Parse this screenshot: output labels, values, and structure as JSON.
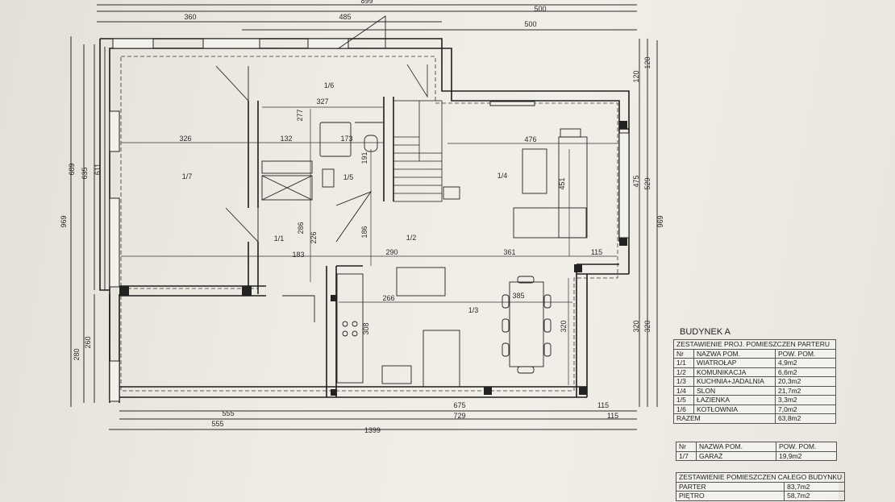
{
  "dimensions": {
    "top": [
      "899",
      "360",
      "485",
      "500",
      "500"
    ],
    "left": [
      "689",
      "635",
      "611",
      "969",
      "280",
      "260"
    ],
    "right": [
      "120",
      "120",
      "475",
      "529",
      "969",
      "320",
      "320"
    ],
    "bottom": [
      "555",
      "675",
      "115",
      "555",
      "729",
      "115",
      "1399"
    ],
    "inner": [
      "327",
      "326",
      "132",
      "173",
      "277",
      "191",
      "476",
      "451",
      "286",
      "226",
      "186",
      "183",
      "290",
      "361",
      "115",
      "266",
      "385",
      "308",
      "320"
    ]
  },
  "rooms": [
    "1/1",
    "1/2",
    "1/3",
    "1/4",
    "1/5",
    "1/6",
    "1/7"
  ],
  "building_title": "BUDYNEK A",
  "ground_table": {
    "title": "ZESTAWIENIE PROJ. POMIESZCZEN PARTERU",
    "headers": [
      "Nr",
      "NAZWA POM.",
      "POW. POM."
    ],
    "rows": [
      [
        "1/1",
        "WIATROŁAP",
        "4,9m2"
      ],
      [
        "1/2",
        "KOMUNIKACJA",
        "6,6m2"
      ],
      [
        "1/3",
        "KUCHNIA+JADALNIA",
        "20,3m2"
      ],
      [
        "1/4",
        "SLON",
        "21,7m2"
      ],
      [
        "1/5",
        "ŁAZIENKA",
        "3,3m2"
      ],
      [
        "1/6",
        "KOTŁOWNIA",
        "7,0m2"
      ]
    ],
    "total_label": "RAZEM",
    "total_value": "63,8m2"
  },
  "garage_table": {
    "headers": [
      "Nr",
      "NAZWA POM.",
      "POW. POM."
    ],
    "rows": [
      [
        "1/7",
        "GARAŻ",
        "19,9m2"
      ]
    ]
  },
  "building_table": {
    "title": "ZESTAWIENIE POMIESZCZEN CAŁEGO BUDYNKU",
    "rows": [
      [
        "PARTER",
        "83,7m2"
      ],
      [
        "PIĘTRO",
        "58,7m2"
      ]
    ]
  }
}
